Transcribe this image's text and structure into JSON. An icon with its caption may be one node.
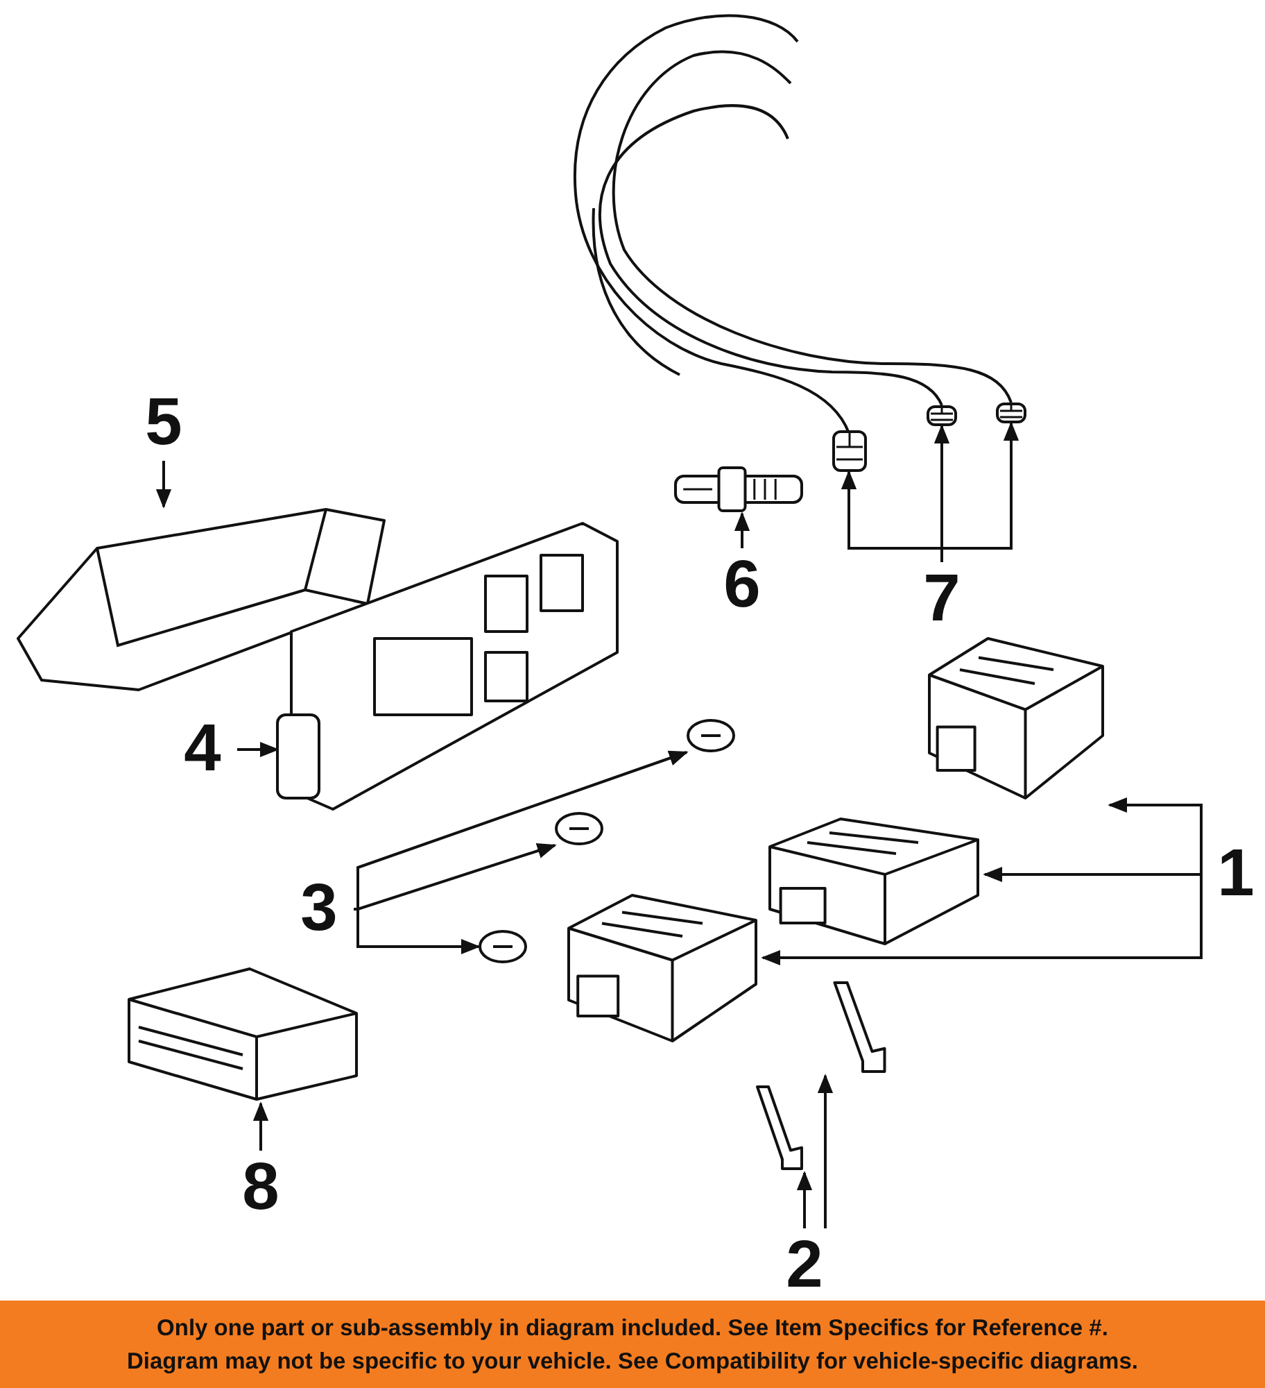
{
  "diagram": {
    "nodes": [
      {
        "text": [
          "5"
        ]
      },
      {
        "text": [],
        "shape": "picture"
      },
      {
        "text": [
          "4"
        ]
      },
      {
        "text": [],
        "shape": "picture"
      },
      {
        "text": [
          "6"
        ]
      },
      {
        "text": [],
        "shape": "picture"
      },
      {
        "text": [
          "7"
        ]
      },
      {
        "text": [],
        "shape": "picture"
      },
      {
        "text": [],
        "shape": "picture"
      },
      {
        "text": [],
        "shape": "picture"
      },
      {
        "text": [
          "3"
        ]
      },
      {
        "text": [],
        "shape": "picture"
      },
      {
        "text": [],
        "shape": "picture"
      },
      {
        "text": [],
        "shape": "picture"
      },
      {
        "text": [
          "1"
        ]
      },
      {
        "text": [],
        "shape": "picture"
      },
      {
        "text": [],
        "shape": "picture"
      },
      {
        "text": [],
        "shape": "picture"
      },
      {
        "text": [
          "8"
        ]
      },
      {
        "text": [],
        "shape": "picture"
      },
      {
        "text": [
          "2"
        ]
      },
      {
        "text": [],
        "shape": "picture"
      },
      {
        "text": [],
        "shape": "picture"
      }
    ],
    "edges": [
      {
        "from": 0,
        "to": 1,
        "arrow": "to"
      },
      {
        "from": 2,
        "to": 3,
        "arrow": "to"
      },
      {
        "from": 4,
        "to": 5,
        "arrow": "to"
      },
      {
        "from": 6,
        "to": 7,
        "arrow": "to"
      },
      {
        "from": 6,
        "to": 8,
        "arrow": "to"
      },
      {
        "from": 6,
        "to": 9,
        "arrow": "to"
      },
      {
        "from": 10,
        "to": 11,
        "arrow": "to"
      },
      {
        "from": 10,
        "to": 12,
        "arrow": "to"
      },
      {
        "from": 10,
        "to": 13,
        "arrow": "to"
      },
      {
        "from": 14,
        "to": 15,
        "arrow": "to"
      },
      {
        "from": 14,
        "to": 16,
        "arrow": "to"
      },
      {
        "from": 14,
        "to": 17,
        "arrow": "to"
      },
      {
        "from": 18,
        "to": 19,
        "arrow": "to"
      },
      {
        "from": 20,
        "to": 21,
        "arrow": "to"
      },
      {
        "from": 20,
        "to": 22,
        "arrow": "to"
      }
    ],
    "labels": [
      "Only one part or sub-assembly in diagram included. See Item Specifics for Reference #.",
      "Diagram may not be specific to your vehicle. See Compatibility for vehicle-specific diagrams."
    ]
  }
}
